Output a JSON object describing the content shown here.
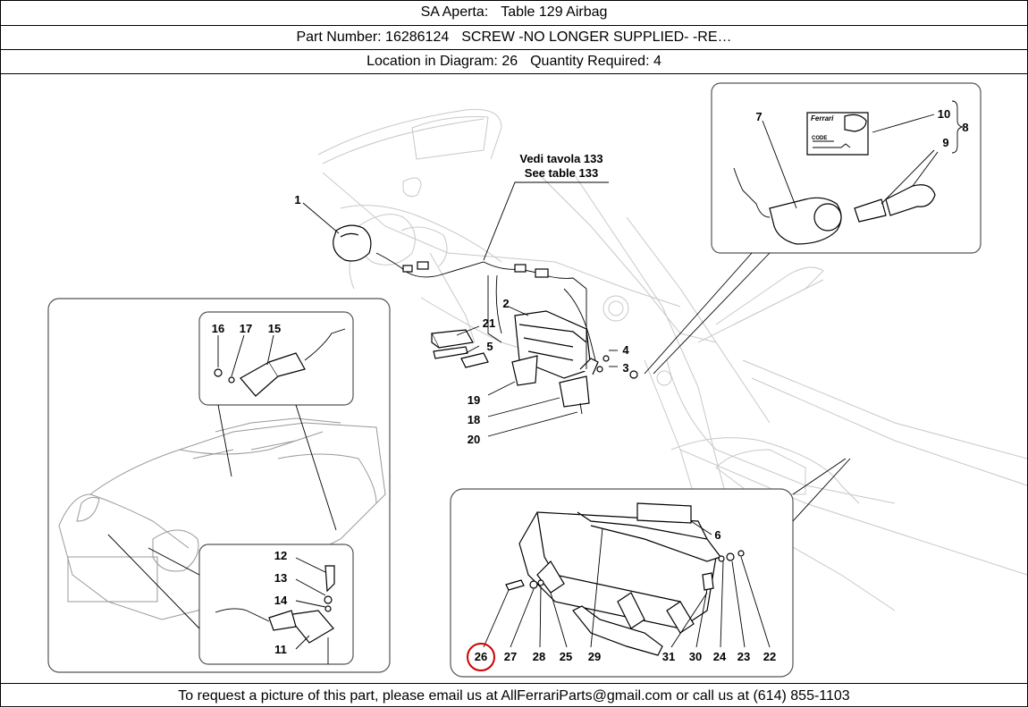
{
  "header": {
    "model": "SA Aperta:",
    "table": "Table 129 Airbag",
    "part_number": "Part Number: 16286124",
    "part_desc": "SCREW -NO LONGER SUPPLIED- -RE…",
    "location": "Location in Diagram: 26",
    "quantity": "Quantity Required: 4"
  },
  "diagram": {
    "ref_line1": "Vedi tavola 133",
    "ref_line2": "See table 133",
    "highlighted": "26",
    "callouts": [
      "1",
      "2",
      "3",
      "4",
      "5",
      "6",
      "7",
      "8",
      "9",
      "10",
      "11",
      "12",
      "13",
      "14",
      "15",
      "16",
      "17",
      "18",
      "19",
      "20",
      "21",
      "22",
      "23",
      "24",
      "25",
      "26",
      "27",
      "28",
      "29",
      "30",
      "31"
    ],
    "emblem": "Ferrari",
    "code_label": "CODE"
  },
  "footer": {
    "text": "To request a picture of this part, please email us at AllFerrariParts@gmail.com or call us at (614) 855-1103"
  },
  "colors": {
    "highlight": "#cc0000",
    "border": "#000000",
    "ghost": "#c8c8c8"
  }
}
